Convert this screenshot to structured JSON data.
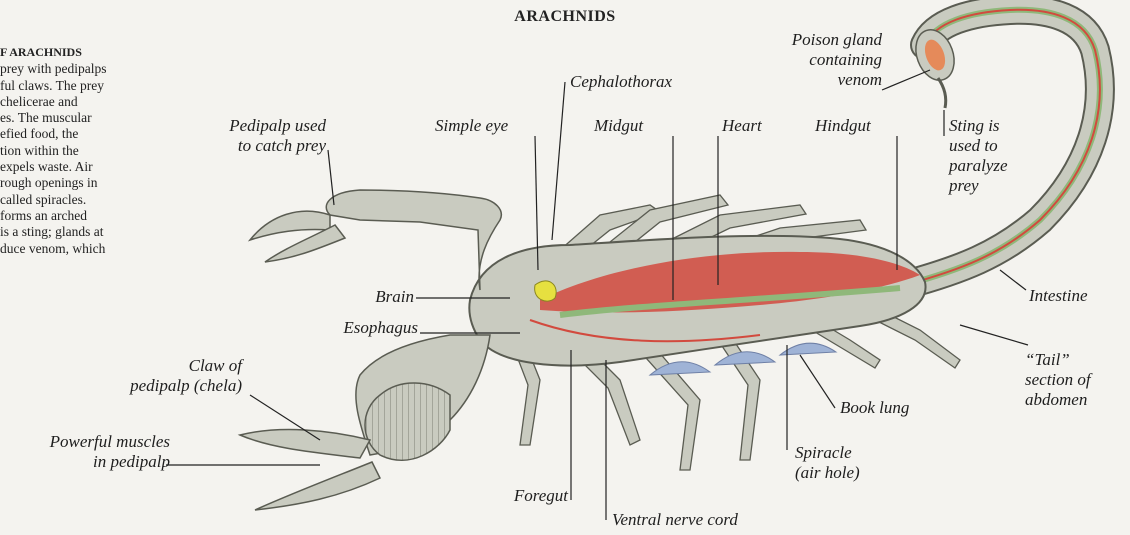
{
  "heading": "ARACHNIDS",
  "intro": {
    "title": "F ARACHNIDS",
    "lines": [
      "prey with pedipalps",
      "ful claws. The prey",
      " chelicerae and",
      "es. The muscular",
      "efied food, the",
      "tion within the",
      " expels waste. Air",
      "rough openings in",
      " called spiracles.",
      "forms an arched",
      "is a sting; glands at",
      "duce venom, which"
    ]
  },
  "labels": {
    "poison_gland": "Poison gland\ncontaining\nvenom",
    "cephalothorax": "Cephalothorax",
    "pedipalp": "Pedipalp used\nto catch prey",
    "simple_eye": "Simple eye",
    "midgut": "Midgut",
    "heart": "Heart",
    "hindgut": "Hindgut",
    "sting": "Sting is\nused to\nparalyze\nprey",
    "brain": "Brain",
    "esophagus": "Esophagus",
    "intestine": "Intestine",
    "claw": "Claw of\npedipalp (chela)",
    "tail": "“Tail”\nsection of\nabdomen",
    "book_lung": "Book lung",
    "muscles": "Powerful muscles\nin pedipalp",
    "spiracle": "Spiracle\n(air hole)",
    "foregut": "Foregut",
    "ventral_nerve": "Ventral nerve cord"
  },
  "colors": {
    "background": "#f4f3ef",
    "exoskeleton": "#c9cbc0",
    "exoskeleton_outline": "#5a5c52",
    "gut": "#d24a3e",
    "intestine": "#8fb87a",
    "brain": "#e6e040",
    "book_lung": "#9fb3d6"
  }
}
